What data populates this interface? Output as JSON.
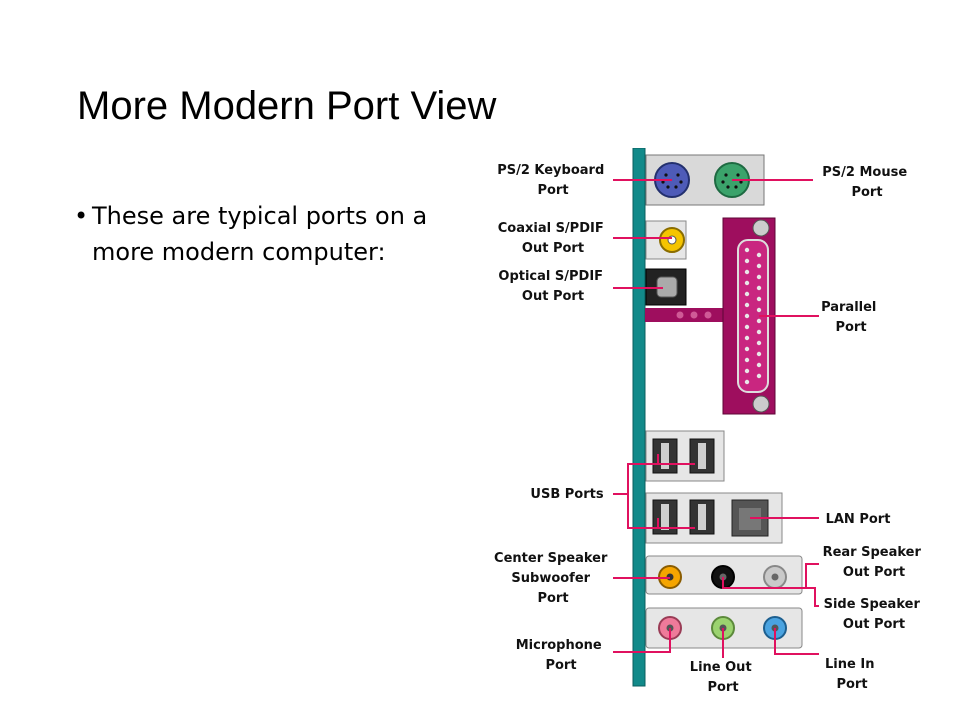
{
  "slide": {
    "title": "More Modern Port View",
    "bullets": [
      "These are typical ports on a more modern computer:"
    ]
  },
  "diagram": {
    "colors": {
      "backplate": "#128a8a",
      "callout": "#e0115f",
      "parallel": "#9e0e5e",
      "ps2_keyboard": "#4e5bb8",
      "ps2_mouse": "#3ba36b",
      "coaxial": "#f5c400",
      "center_sub": "#f5a500",
      "rear": "#111111",
      "side": "#c9c9c9",
      "microphone": "#ef7a9a",
      "line_out": "#9bd36f",
      "line_in": "#4aa3e0"
    },
    "labels": {
      "ps2_keyboard": [
        "PS/2 Keyboard",
        "Port"
      ],
      "ps2_mouse": [
        "PS/2 Mouse",
        "Port"
      ],
      "coaxial": [
        "Coaxial S/PDIF",
        "Out Port"
      ],
      "optical": [
        "Optical S/PDIF",
        "Out Port"
      ],
      "parallel": [
        "Parallel",
        "Port"
      ],
      "usb": [
        "USB Ports"
      ],
      "lan": [
        "LAN Port"
      ],
      "center": [
        "Center Speaker",
        "Subwoofer",
        "Port"
      ],
      "rear": [
        "Rear Speaker",
        "Out Port"
      ],
      "side": [
        "Side Speaker",
        "Out Port"
      ],
      "microphone": [
        "Microphone",
        "Port"
      ],
      "line_out": [
        "Line Out",
        "Port"
      ],
      "line_in": [
        "Line In",
        "Port"
      ]
    }
  }
}
